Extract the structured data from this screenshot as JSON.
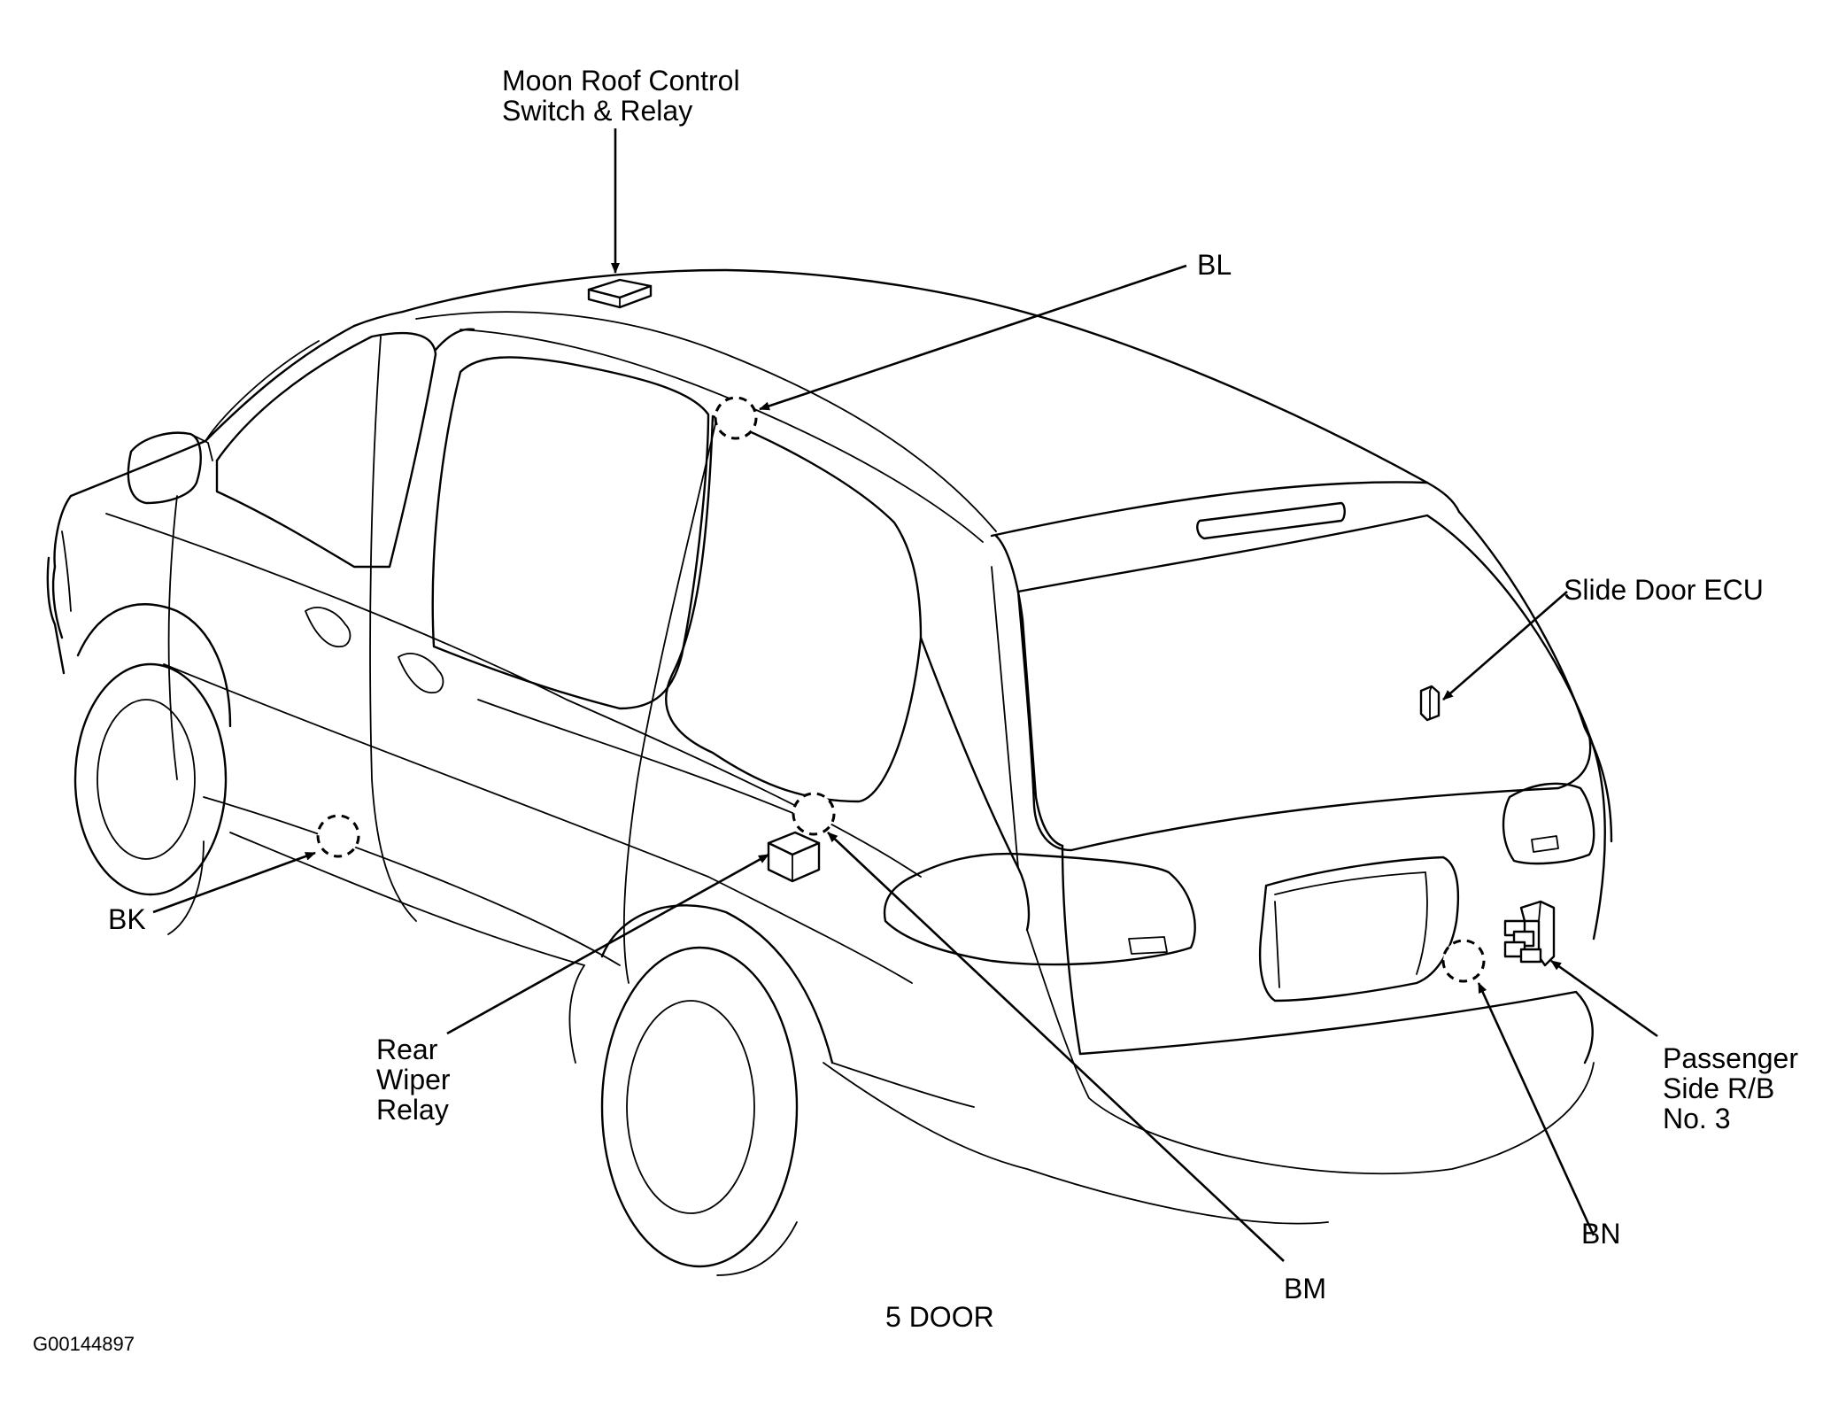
{
  "diagram": {
    "labels": {
      "moon_roof": [
        "Moon Roof Control",
        "Switch & Relay"
      ],
      "bl": "BL",
      "slide_door_ecu": "Slide Door ECU",
      "bk": "BK",
      "rear_wiper": [
        "Rear",
        "Wiper",
        "Relay"
      ],
      "passenger_rb": [
        "Passenger",
        "Side R/B",
        "No. 3"
      ],
      "bn": "BN",
      "bm": "BM"
    },
    "caption": "5 DOOR",
    "figure_id": "G00144897"
  }
}
